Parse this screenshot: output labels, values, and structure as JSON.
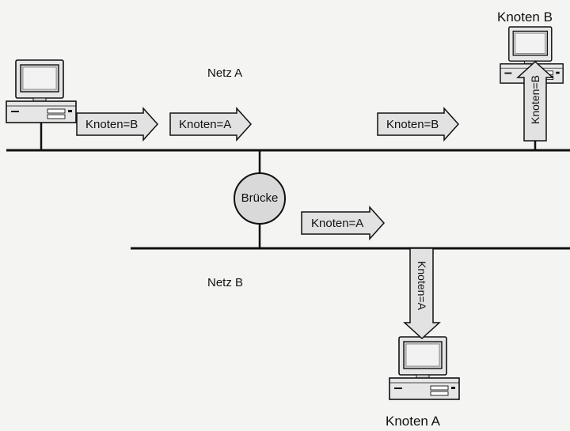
{
  "networks": {
    "net_a": "Netz A",
    "net_b": "Netz B"
  },
  "bridge": {
    "label": "Brücke"
  },
  "nodes": {
    "node_a": "Knoten A",
    "node_b": "Knoten B"
  },
  "frames": {
    "f1": "Knoten=B",
    "f2": "Knoten=A",
    "f3": "Knoten=B",
    "f4": "Knoten=A",
    "f5": "Knoten=A",
    "f6": "Knoten=B"
  },
  "colors": {
    "arrow_fill": "#e2e2e2",
    "bridge_fill": "#d9d9d9",
    "line": "#111111",
    "background": "#f4f4f2"
  },
  "icons": [
    "computer-icon"
  ]
}
